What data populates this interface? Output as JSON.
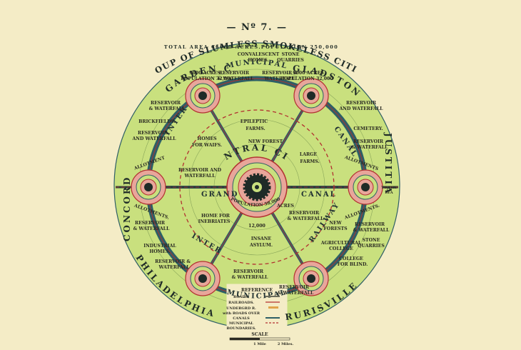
{
  "plate_number": "— Nº 7. —",
  "title": "GROUP OF SLUMLESS SMOKELESS CITIES.",
  "subtitle_left": "TOTAL AREA 66000 ACRES.",
  "subtitle_right": "POPULATION 250,000",
  "colors": {
    "paper": "#f4ecc6",
    "land": "#c9e07e",
    "canal": "#2f5f66",
    "rail": "#b23030",
    "city_pink": "#e8a69a",
    "ink": "#1f2b27"
  },
  "cities": {
    "garden_city": {
      "name": "GARDEN CITY",
      "acres": "9000 ACRES",
      "population": "POPULATION 32,000"
    },
    "gladstone": {
      "name": "GLADSTONE",
      "acres": "9000 ACRES",
      "population": "POPULATION 32,000"
    },
    "concord": {
      "name": "CONCORD"
    },
    "justitia": {
      "name": "JUSTITIA"
    },
    "philadelphia": {
      "name": "PHILADELPHIA"
    },
    "rurisville": {
      "name": "RURISVILLE"
    },
    "central_city": {
      "name": "CENTRAL CITY",
      "population": "POPULATION 58,000",
      "acres": "12,000",
      "acres_word": "ACRES"
    }
  },
  "rings": {
    "municipal_top": "MUNICIPAL",
    "municipal_bottom": "MUNICIPAL",
    "inter_top": "INTER",
    "inter_bottom": "INTER",
    "railway": "RAILWAY",
    "canal_right": "CANAL",
    "grand": "GRAND",
    "canal_center": "CANAL"
  },
  "labels": {
    "convalescent": [
      "CONVALESCENT",
      "HOMES."
    ],
    "stone_quarries_top": [
      "STONE",
      "QUARRIES"
    ],
    "reservoir_tl": [
      "RESERVOIR",
      "& WATERFALL"
    ],
    "reservoir_tr": [
      "RESERVOIR &",
      "WATERFALL"
    ],
    "reservoir_left1": [
      "RESERVOIR",
      "& WATERFALL"
    ],
    "brickfields": "BRICKFIELDS.",
    "reservoir_left2": [
      "RESERVOIR",
      "AND WATERFALL"
    ],
    "reservoir_right1": [
      "RESERVOIR",
      "AND WATERFALL"
    ],
    "cemetery": "CEMETERY.",
    "reservoir_right2": [
      "RESERVOIR",
      "& WATERFALL"
    ],
    "epileptic": [
      "EPILEPTIC",
      "FARMS."
    ],
    "new_forest": "NEW FOREST",
    "homes_waifs": [
      "HOMES",
      "FOR WAIFS."
    ],
    "large_farms": [
      "LARGE",
      "FARMS."
    ],
    "reservoir_center": [
      "RESERVOIR AND",
      "WATERFALL"
    ],
    "allotments_left_top": "ALLOTMENT",
    "allotments_left_bot": "ALLOTMENTS.",
    "allotments_right_top": "ALLOTMENTS",
    "allotments_right_bot": "ALLOTMENTS.",
    "to_the_sea": [
      "TO THE",
      "SEA"
    ],
    "reservoir_left3": [
      "RESERVOIR",
      "& WATERFALL"
    ],
    "home_inebriates": [
      "HOME FOR",
      "INEBRIATES"
    ],
    "reservoir_center2": [
      "RESERVOIR",
      "& WATERFALL"
    ],
    "new_forests": [
      "NEW",
      "FORESTS"
    ],
    "reservoir_right3": [
      "RESERVOIR",
      "& WATERFALL"
    ],
    "insane_asylum": [
      "INSANE",
      "ASYLUM."
    ],
    "agricultural": [
      "AGRICULTURAL",
      "COLLEGE"
    ],
    "stone_quarries_right": [
      "STONE",
      "QUARRIES"
    ],
    "industrial_homes": [
      "INDUSTRIAL",
      "HOMES."
    ],
    "reservoir_bl": [
      "RESERVOIR &",
      "WATERFALL"
    ],
    "reservoir_bottom": [
      "RESERVOIR",
      "& WATERFALL"
    ],
    "college_blind": [
      "COLLEGE",
      "FOR BLIND."
    ],
    "reservoir_br": [
      "RESERVOIR",
      "& WATERFALL"
    ]
  },
  "legend": {
    "title": "REFERENCE",
    "items": [
      "ROADS.",
      "RAILROADS.",
      "UNDERGRD R.",
      "with ROADS OVER",
      "CANALS",
      "MUNICIPAL",
      "BOUNDARIES."
    ]
  },
  "scale": {
    "title": "SCALE",
    "left": "1 Mile",
    "right": "2 Miles."
  }
}
